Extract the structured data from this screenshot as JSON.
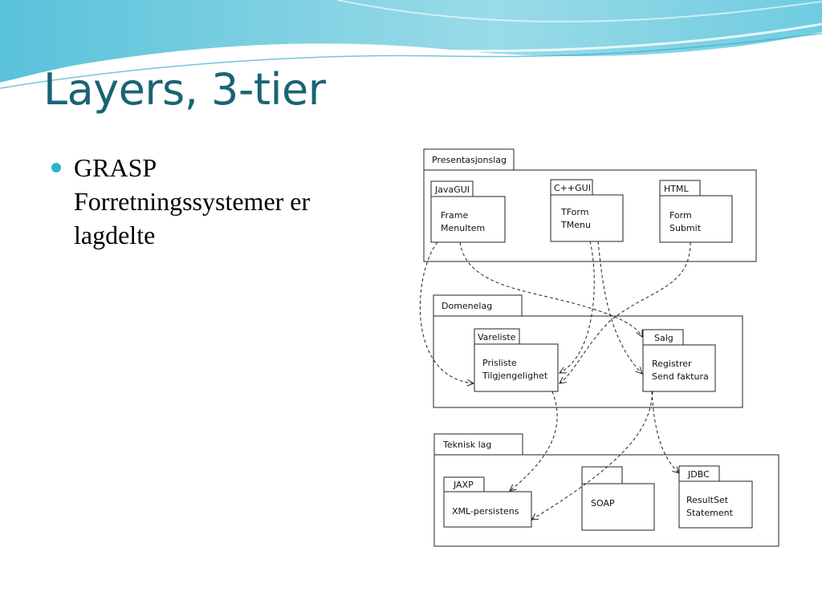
{
  "slide": {
    "title": "Layers, 3-tier",
    "bullets": [
      {
        "text": "GRASP\nForretningssystemer er\nlagdelte"
      }
    ]
  },
  "colors": {
    "title": "#1a6375",
    "bullet": "#2ab3cf",
    "wave": "#5cc4dc"
  },
  "diagram": {
    "layers": {
      "presentation": "Presentasjonslag",
      "domain": "Domenelag",
      "technical": "Teknisk lag"
    },
    "packages": {
      "javagui": {
        "tab": "JavaGUI",
        "lines": [
          "Frame",
          "MenuItem"
        ]
      },
      "cppgui": {
        "tab": "C++GUI",
        "lines": [
          "TForm",
          "TMenu"
        ]
      },
      "html": {
        "tab": "HTML",
        "lines": [
          "Form",
          "Submit"
        ]
      },
      "vareliste": {
        "tab": "Vareliste",
        "lines": [
          "Prisliste",
          "Tilgjengelighet"
        ]
      },
      "salg": {
        "tab": "Salg",
        "lines": [
          "Registrer",
          "Send faktura"
        ]
      },
      "jaxp": {
        "tab": "JAXP",
        "lines": [
          "XML-persistens"
        ]
      },
      "soap": {
        "tab": "",
        "lines": [
          "SOAP"
        ]
      },
      "jdbc": {
        "tab": "JDBC",
        "lines": [
          "ResultSet",
          "Statement"
        ]
      }
    }
  }
}
